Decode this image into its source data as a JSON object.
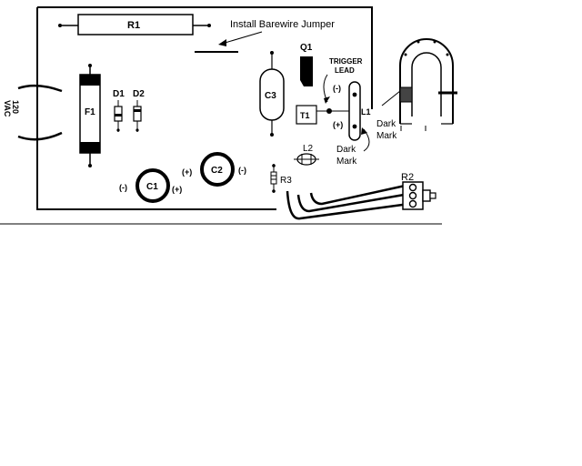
{
  "labels": {
    "r1": "R1",
    "jumper": "Install Barewire Jumper",
    "q1": "Q1",
    "trigger_line1": "TRIGGER",
    "trigger_line2": "LEAD",
    "vac_line1": "120",
    "vac_line2": "VAC",
    "f1": "F1",
    "d1": "D1",
    "d2": "D2",
    "c3": "C3",
    "t1": "T1",
    "l1": "L1",
    "l1_minus": "(-)",
    "l1_plus": "(+)",
    "dark_mark_1_line1": "Dark",
    "dark_mark_1_line2": "Mark",
    "dark_mark_2_line1": "Dark",
    "dark_mark_2_line2": "Mark",
    "l2": "L2",
    "r3": "R3",
    "r2": "R2",
    "c1": "C1",
    "c1_minus": "(-)",
    "c1_plus": "(+)",
    "c2": "C2",
    "c2_plus": "(+)",
    "c2_minus": "(-)"
  },
  "colors": {
    "ink": "#000000",
    "paper": "#ffffff"
  }
}
